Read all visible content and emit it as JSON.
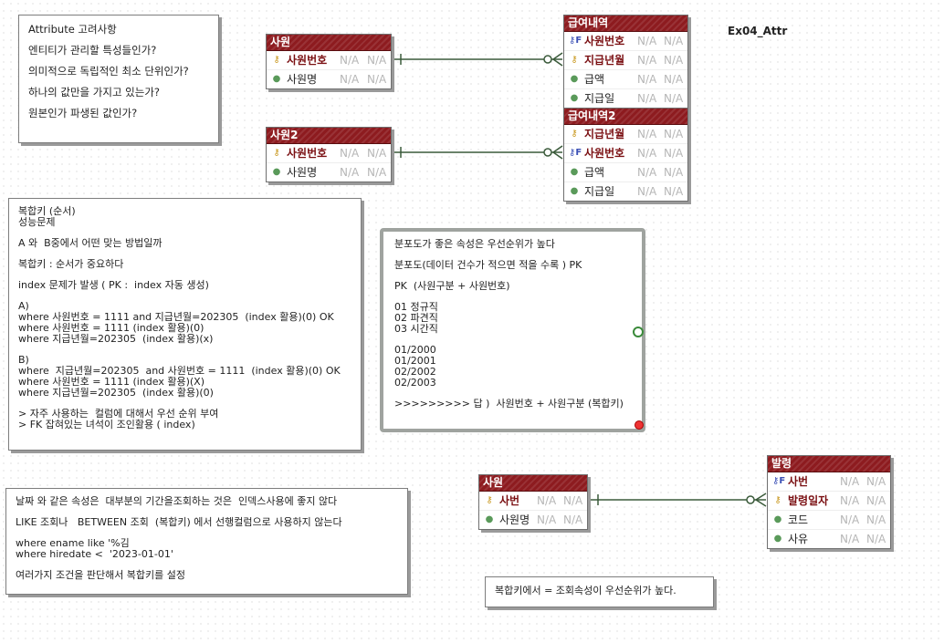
{
  "diagram_title": "Ex04_Attr",
  "notes": {
    "attribute": {
      "lines": [
        "Attribute 고려사항",
        "엔티티가 관리할 특성들인가?",
        "의미적으로 독립적인 최소 단위인가?",
        "하나의 값만을 가지고 있는가?",
        "원본인가 파생된 값인가?"
      ]
    },
    "composite": {
      "lines": [
        "복합키 (순서)",
        "성능문제",
        "",
        "A 와  B중에서 어떤 맞는 방법일까",
        "",
        "복합키 : 순서가 중요하다",
        "",
        "index 문제가 발생 ( PK :  index 자동 생성)",
        "",
        "A)",
        "where 사원번호 = 1111 and 지급년월=202305  (index 활용)(0) OK",
        "where 사원번호 = 1111 (index 활용)(0)",
        "where 지급년월=202305  (index 활용)(x)",
        "",
        "B)",
        "where  지급년월=202305  and 사원번호 = 1111  (index 활용)(0) OK",
        "where 사원번호 = 1111 (index 활용)(X)",
        "where 지급년월=202305  (index 활용)(0)",
        "",
        "> 자주 사용하는  컬럼에 대해서 우선 순위 부여",
        "> FK 잡혀있는 녀석이 조인활용 ( index)"
      ]
    },
    "distribution": {
      "lines": [
        "분포도가 좋은 속성은 우선순위가 높다",
        "",
        "분포도(데이터 건수가 적으면 적을 수록 ) PK",
        "",
        "PK  (사원구분 + 사원번호)",
        "",
        "01 정규직",
        "02 파견직",
        "03 시간직",
        "",
        "01/2000",
        "01/2001",
        "02/2002",
        "02/2003",
        "",
        ">>>>>>>>> 답 )  사원번호 + 사원구분 (복합키)"
      ]
    },
    "date": {
      "lines": [
        "날짜 와 같은 속성은  대부분의 기간을조회하는 것은  인덱스사용에 좋지 않다",
        "",
        "LIKE 조회나   BETWEEN 조회  (복합키) 에서 선행컬럼으로 사용하지 않는다",
        "",
        "where ename like '%김",
        "where hiredate <  '2023-01-01'",
        "",
        "여러가지 조건을 판단해서 복합키를 설정"
      ]
    },
    "priority": {
      "lines": [
        "복합키에서 = 조회속성이 우선순위가 높다."
      ]
    }
  },
  "entities": {
    "emp1": {
      "title": "사원",
      "rows": [
        {
          "name": "사원번호",
          "icon": "key-icon",
          "key": true,
          "t1": "N/A",
          "t2": "N/A"
        },
        {
          "name": "사원명",
          "icon": "attribute-dot-icon",
          "key": false,
          "t1": "N/A",
          "t2": "N/A"
        }
      ]
    },
    "pay1": {
      "title": "급여내역",
      "rows": [
        {
          "name": "사원번호",
          "icon": "foreign-key-icon",
          "key": true,
          "t1": "N/A",
          "t2": "N/A"
        },
        {
          "name": "지급년월",
          "icon": "key-icon",
          "key": true,
          "t1": "N/A",
          "t2": "N/A"
        },
        {
          "name": "급액",
          "icon": "attribute-dot-icon",
          "key": false,
          "t1": "N/A",
          "t2": "N/A"
        },
        {
          "name": "지급일",
          "icon": "attribute-dot-icon",
          "key": false,
          "t1": "N/A",
          "t2": "N/A"
        }
      ]
    },
    "emp2": {
      "title": "사원2",
      "rows": [
        {
          "name": "사원번호",
          "icon": "key-icon",
          "key": true,
          "t1": "N/A",
          "t2": "N/A"
        },
        {
          "name": "사원명",
          "icon": "attribute-dot-icon",
          "key": false,
          "t1": "N/A",
          "t2": "N/A"
        }
      ]
    },
    "pay2": {
      "title": "급여내역2",
      "rows": [
        {
          "name": "지급년월",
          "icon": "key-icon",
          "key": true,
          "t1": "N/A",
          "t2": "N/A"
        },
        {
          "name": "사원번호",
          "icon": "foreign-key-icon",
          "key": true,
          "t1": "N/A",
          "t2": "N/A"
        },
        {
          "name": "급액",
          "icon": "attribute-dot-icon",
          "key": false,
          "t1": "N/A",
          "t2": "N/A"
        },
        {
          "name": "지급일",
          "icon": "attribute-dot-icon",
          "key": false,
          "t1": "N/A",
          "t2": "N/A"
        }
      ]
    },
    "emp3": {
      "title": "사원",
      "rows": [
        {
          "name": "사번",
          "icon": "key-icon",
          "key": true,
          "t1": "N/A",
          "t2": "N/A"
        },
        {
          "name": "사원명",
          "icon": "attribute-dot-icon",
          "key": false,
          "t1": "N/A",
          "t2": "N/A"
        }
      ]
    },
    "appoint": {
      "title": "발령",
      "rows": [
        {
          "name": "사번",
          "icon": "foreign-key-icon",
          "key": true,
          "t1": "N/A",
          "t2": "N/A"
        },
        {
          "name": "발령일자",
          "icon": "key-icon",
          "key": true,
          "t1": "N/A",
          "t2": "N/A"
        },
        {
          "name": "코드",
          "icon": "attribute-dot-icon",
          "key": false,
          "t1": "N/A",
          "t2": "N/A"
        },
        {
          "name": "사유",
          "icon": "attribute-dot-icon",
          "key": false,
          "t1": "N/A",
          "t2": "N/A"
        }
      ]
    }
  },
  "colors": {
    "entity_header": "#8d1b1f",
    "key_text": "#7a0f12",
    "relationship_line": "#3a5a3a",
    "placeholder_text": "#b6b6b6"
  }
}
